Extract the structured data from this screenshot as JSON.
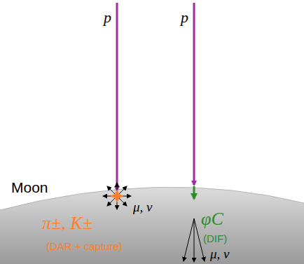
{
  "diagram": {
    "labels": [
      "p",
      "p",
      "Moon",
      "μ, ν",
      "φC",
      "π±, K±",
      "(DIF)",
      "(DAR + capture)",
      "μ, ν"
    ]
  }
}
